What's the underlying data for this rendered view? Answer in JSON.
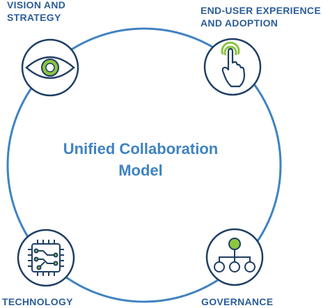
{
  "center": {
    "line1": "Unified Collaboration",
    "line2": "Model"
  },
  "nodes": {
    "vision": {
      "line1": "VISION AND",
      "line2": "STRATEGY"
    },
    "enduser": {
      "line1": "END-USER EXPERIENCE",
      "line2": "AND ADOPTION"
    },
    "technology": {
      "label": "TECHNOLOGY"
    },
    "governance": {
      "label": "GOVERNANCE"
    }
  },
  "colors": {
    "label_blue": "#2b5d98",
    "title_blue": "#3f83c1",
    "outline": "#1f3e63",
    "accent_green": "#8cc63f",
    "ring": "#3f83c1"
  },
  "icons": [
    "eye-icon",
    "touch-tap-icon",
    "chip-icon",
    "hierarchy-icon"
  ]
}
